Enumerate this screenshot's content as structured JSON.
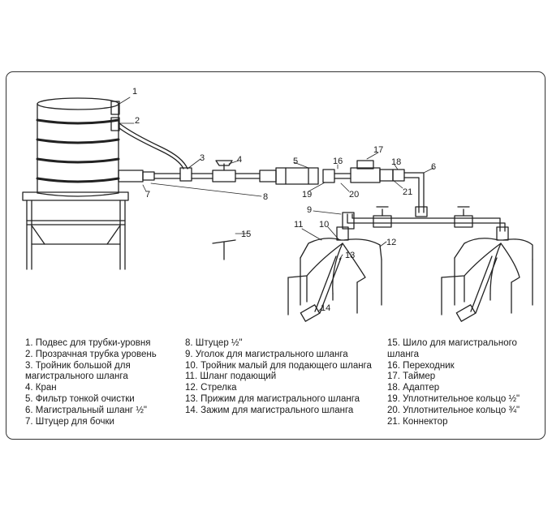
{
  "callouts": [
    "1",
    "2",
    "3",
    "4",
    "5",
    "6",
    "7",
    "8",
    "9",
    "10",
    "11",
    "12",
    "13",
    "14",
    "15",
    "16",
    "17",
    "18",
    "19",
    "20",
    "21"
  ],
  "legend": {
    "col1": [
      "1. Подвес для трубки-уровня",
      "2. Прозрачная трубка уровень",
      "3. Тройник большой для магистрального шланга",
      "4. Кран",
      "5. Фильтр тонкой очистки",
      "6. Магистральный шланг ½\"",
      "7. Штуцер для бочки"
    ],
    "col2": [
      "8. Штуцер ½\"",
      "9. Уголок для магистрального шланга",
      "10. Тройник малый для подающего шланга",
      "11. Шланг подающий",
      "12. Стрелка",
      "13. Прижим для магистрального шланга",
      "14. Зажим для магистрального шланга"
    ],
    "col3": [
      "15. Шило для магистрального шланга",
      "16. Переходник",
      "17. Таймер",
      "18. Адаптер",
      "19. Уплотнительное кольцо ½\"",
      "20. Уплотнительное кольцо ¾\"",
      "21. Коннектор"
    ]
  },
  "colors": {
    "line": "#222222",
    "frame": "#333333",
    "background": "#ffffff"
  }
}
